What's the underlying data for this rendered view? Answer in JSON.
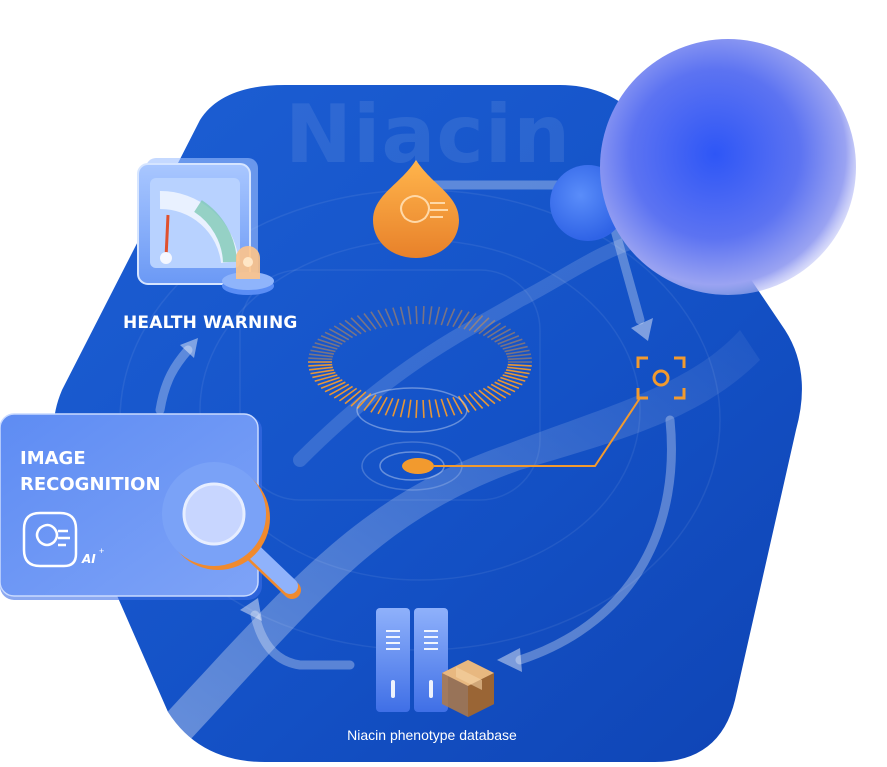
{
  "diagram": {
    "watermark": "Niacin",
    "nodes": {
      "health_warning": {
        "label": "HEALTH WARNING",
        "icon": "gauge-icon"
      },
      "image_recognition": {
        "label_line1": "IMAGE",
        "label_line2": "RECOGNITION",
        "badge": "AI",
        "icon": "magnifier-icon"
      },
      "database": {
        "label": "Niacin phenotype database",
        "icon": "server-icon"
      },
      "sample": {
        "icon": "droplet-icon"
      },
      "scan": {
        "icon": "scan-target-icon"
      }
    },
    "colors": {
      "hexagon": "#1550c8",
      "accent_orange": "#f29a2e",
      "panel_blue": "#4d7ff0",
      "sphere": "#3b5bf5"
    }
  }
}
